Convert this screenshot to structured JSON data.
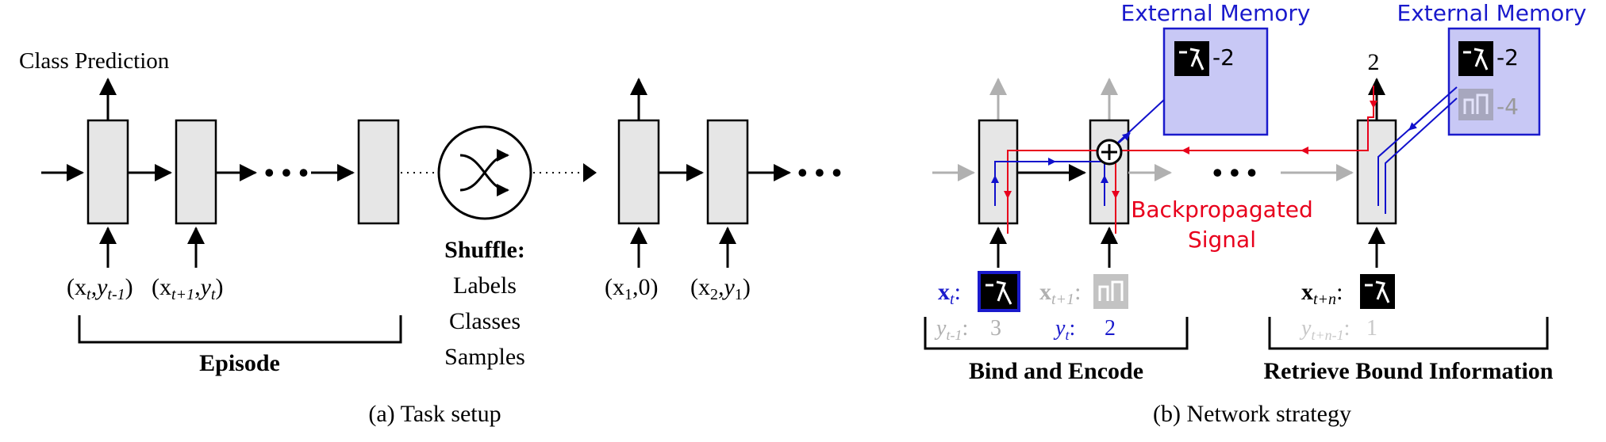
{
  "panel_a": {
    "class_prediction": "Class Prediction",
    "input_1": "(x",
    "input_1_sub": "t",
    "input_1_rest": ",y",
    "input_1_sub2": "t-1",
    "input_1_close": ")",
    "input_2": "(x",
    "input_2_sub": "t+1",
    "input_2_rest": ",y",
    "input_2_sub2": "t",
    "input_2_close": ")",
    "episode": "Episode",
    "shuffle_title": "Shuffle:",
    "shuffle_items": [
      "Labels",
      "Classes",
      "Samples"
    ],
    "input_3": "(x",
    "input_3_sub": "1",
    "input_3_rest": ",0)",
    "input_4": "(x",
    "input_4_sub": "2",
    "input_4_rest": ",y",
    "input_4_sub2": "1",
    "input_4_close": ")",
    "caption": "(a) Task setup"
  },
  "panel_b": {
    "memory_label_1": "External Memory",
    "memory_label_2": "External Memory",
    "memory_1_entry": "-2",
    "memory_2_entry_1": "-2",
    "memory_2_entry_2": "-4",
    "output_value": "2",
    "backprop_line1": "Backpropagated",
    "backprop_line2": "Signal",
    "ellipsis": "• • •",
    "x_t": "x",
    "x_t_sub": "t",
    "x_t1": "x",
    "x_t1_sub": "t+1",
    "x_tn": "x",
    "x_tn_sub": "t+n",
    "y_t_minus": "y",
    "y_t_minus_sub": "t-1",
    "y_t_minus_val": "3",
    "y_t": "y",
    "y_t_sub": "t",
    "y_t_val": "2",
    "y_tn": "y",
    "y_tn_sub": "t+n-1",
    "y_tn_val": "1",
    "bind_encode": "Bind and Encode",
    "retrieve": "Retrieve Bound Information",
    "caption": "(b) Network strategy"
  },
  "colors": {
    "memory_fill": "#c8c8f5",
    "memory_stroke": "#1a1acc",
    "backprop": "#e8001c",
    "forward": "#1010cc",
    "faded": "#b0b0b0"
  }
}
